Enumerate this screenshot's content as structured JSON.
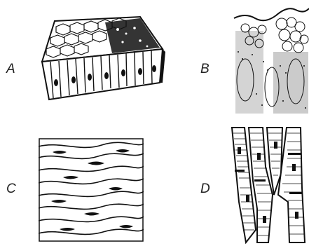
{
  "panels": [
    {
      "label": "A",
      "icon": "columnar-epithelium-block-icon"
    },
    {
      "label": "B",
      "icon": "stratified-epithelium-section-icon"
    },
    {
      "label": "C",
      "icon": "dense-connective-tissue-icon"
    },
    {
      "label": "D",
      "icon": "cardiac-muscle-fibers-icon"
    }
  ],
  "colors": {
    "ink": "#111111",
    "paper": "#ffffff",
    "label": "#222222"
  }
}
